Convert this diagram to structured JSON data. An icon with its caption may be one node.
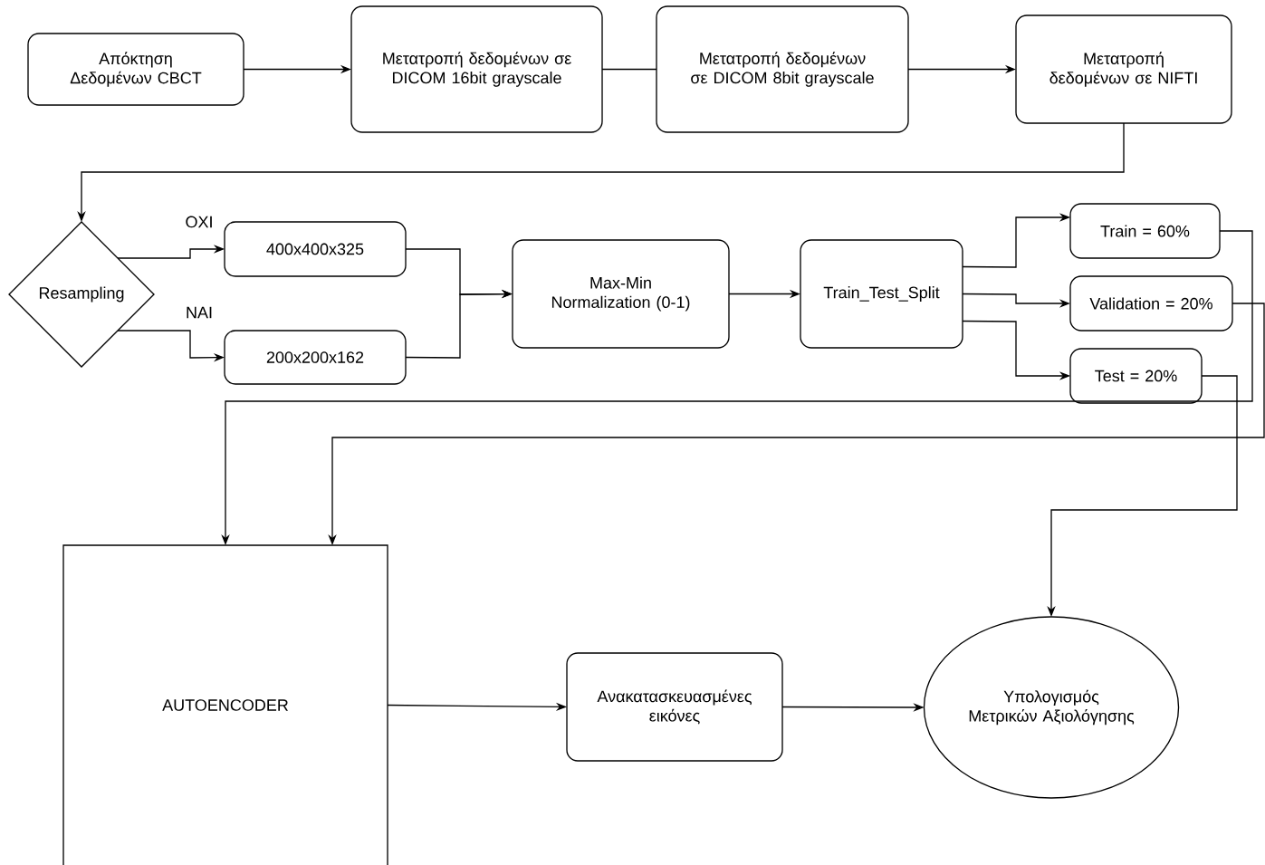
{
  "diagram": {
    "nodes": [
      {
        "text": [
          "Απόκτηση Δεδομένων CBCT"
        ]
      },
      {
        "text": [
          "Μετατροπή δεδομένων σε DICOM 16bit grayscale"
        ]
      },
      {
        "text": [
          "Μετατροπή δεδομένων σε DICOM 8bit grayscale"
        ]
      },
      {
        "text": [
          "Μετατροπή δεδομένων σε NIFTI"
        ]
      },
      {
        "text": [
          "Resampling"
        ]
      },
      {
        "text": [
          "400x400x325"
        ]
      },
      {
        "text": [
          "200x200x162"
        ]
      },
      {
        "text": [
          "Max-Min Normalization (0-1)"
        ]
      },
      {
        "text": [
          "Train_Test_Split"
        ]
      },
      {
        "text": [
          "Train = 60%"
        ]
      },
      {
        "text": [
          "Validation = 20%"
        ]
      },
      {
        "text": [
          "Test = 20%"
        ]
      },
      {
        "text": [
          "AUTOENCODER"
        ]
      },
      {
        "text": [
          "Ανακατασκευασμένες εικόνες"
        ]
      },
      {
        "text": [
          "Υπολογισμός Μετρικών Αξιολόγησης"
        ]
      }
    ],
    "edges": [
      {
        "from": 0,
        "to": 1,
        "arrow": "to"
      },
      {
        "from": 1,
        "to": 2,
        "arrow": "none"
      },
      {
        "from": 2,
        "to": 3,
        "arrow": "to"
      },
      {
        "from": 3,
        "to": 4,
        "arrow": "to"
      },
      {
        "from": 4,
        "to": 5,
        "arrow": "to",
        "label": "OXI"
      },
      {
        "from": 4,
        "to": 6,
        "arrow": "to",
        "label": "NAI"
      },
      {
        "from": 5,
        "to": 7,
        "arrow": "to"
      },
      {
        "from": 6,
        "to": 7,
        "arrow": "to"
      },
      {
        "from": 7,
        "to": 8,
        "arrow": "to"
      },
      {
        "from": 8,
        "to": 9,
        "arrow": "to"
      },
      {
        "from": 8,
        "to": 10,
        "arrow": "to"
      },
      {
        "from": 8,
        "to": 11,
        "arrow": "to"
      },
      {
        "from": 9,
        "to": 12,
        "arrow": "to"
      },
      {
        "from": 10,
        "to": 12,
        "arrow": "to"
      },
      {
        "from": 11,
        "to": 14,
        "arrow": "to"
      },
      {
        "from": 12,
        "to": 13,
        "arrow": "to"
      },
      {
        "from": 13,
        "to": 14,
        "arrow": "to"
      }
    ]
  }
}
